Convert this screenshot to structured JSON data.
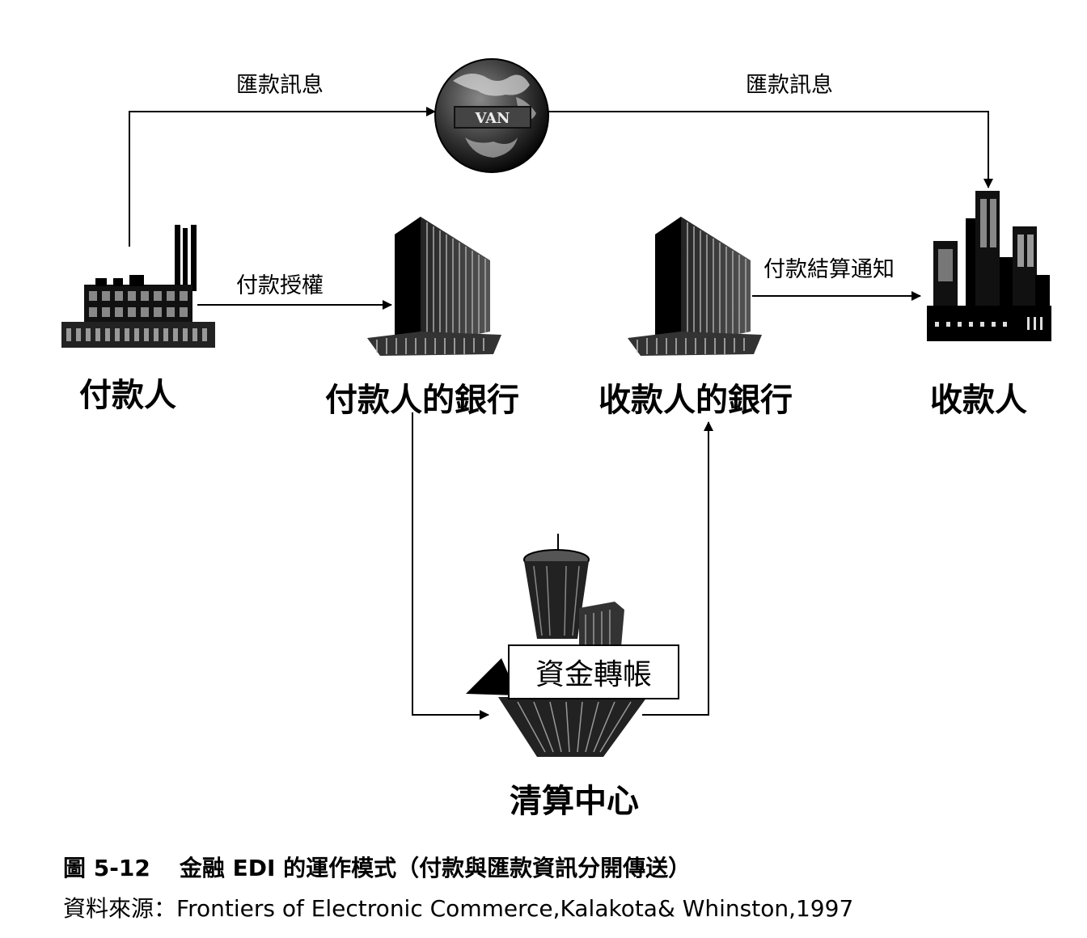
{
  "nodes": {
    "payer": "付款人",
    "payer_bank": "付款人的銀行",
    "payee_bank": "收款人的銀行",
    "payee": "收款人",
    "clearing": "清算中心",
    "van": "VAN"
  },
  "edges": {
    "remit_msg_left": "匯款訊息",
    "remit_msg_right": "匯款訊息",
    "payment_auth": "付款授權",
    "settlement_notice": "付款結算通知",
    "fund_transfer": "資金轉帳"
  },
  "caption": {
    "figure_no": "圖 5-12",
    "title": "金融 EDI 的運作模式（付款與匯款資訊分開傳送）",
    "source": "資料來源：Frontiers of Electronic Commerce,Kalakota& Whinston,1997"
  }
}
